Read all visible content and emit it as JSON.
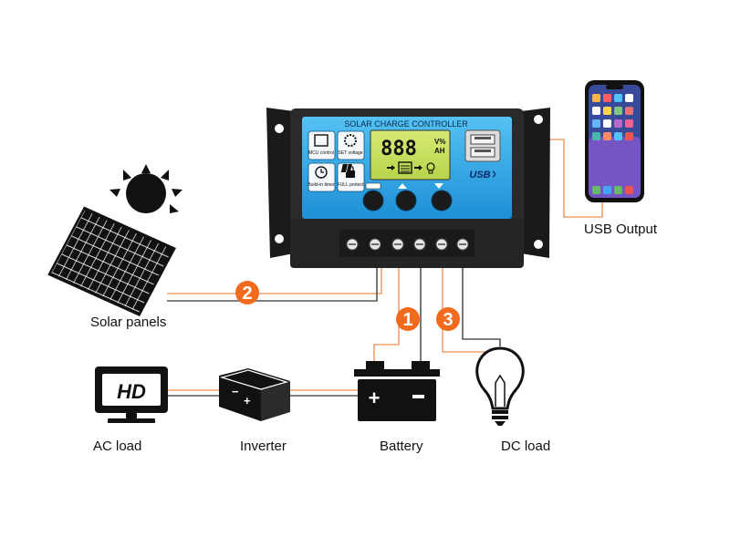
{
  "controller": {
    "title": "SOLAR CHARGE CONTROLLER",
    "lcd_digits": "888",
    "lcd_units_top": "V%",
    "lcd_units_bottom": "AH",
    "badges": [
      {
        "label": "MCU control"
      },
      {
        "label": "SET voltage"
      },
      {
        "label": "Build-in timer"
      },
      {
        "label": "FULL protect"
      }
    ],
    "usb_label": "USB"
  },
  "markers": [
    {
      "number": "1",
      "connects": "Battery"
    },
    {
      "number": "2",
      "connects": "Solar panels"
    },
    {
      "number": "3",
      "connects": "DC load"
    }
  ],
  "labels": {
    "solar": "Solar panels",
    "usb_output": "USB Output",
    "ac_load": "AC load",
    "inverter": "Inverter",
    "battery": "Battery",
    "dc_load": "DC load",
    "hd_badge": "HD"
  },
  "colors": {
    "wire": "#f0a070",
    "marker": "#f26a1b",
    "panel_blue": "#2ea7e8",
    "lcd_green": "#c7df5a",
    "device_black": "#111111"
  }
}
